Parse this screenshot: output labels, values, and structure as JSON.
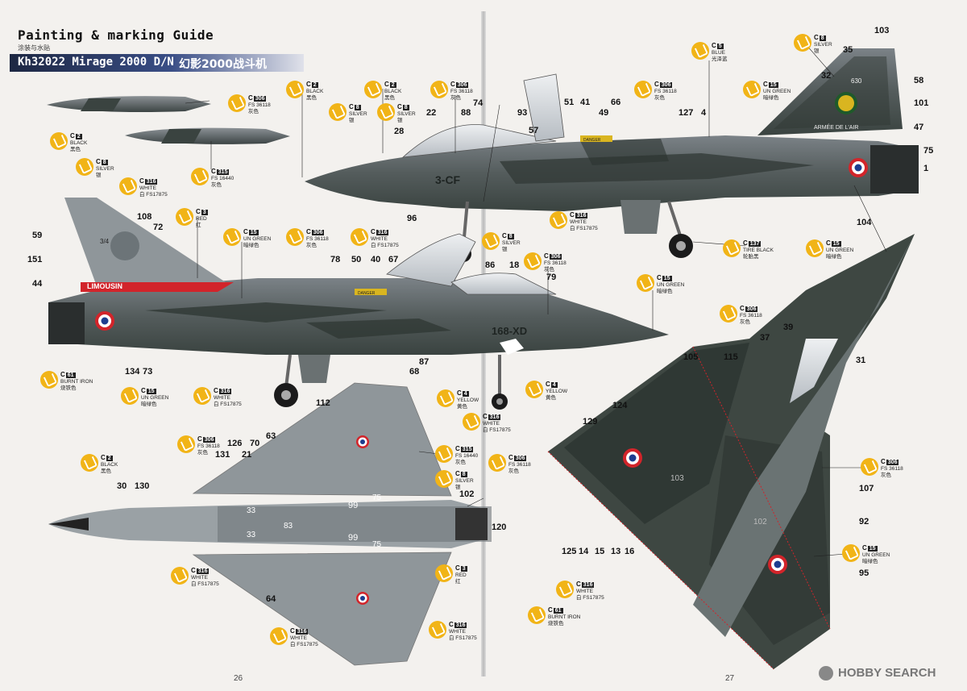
{
  "header": {
    "title": "Painting & marking Guide",
    "subtitle": "涂装与水贴",
    "kit_code": "Kh32022 Mirage 2000 D/N",
    "kit_name_cn": "幻影2000战斗机"
  },
  "page_numbers": [
    "26",
    "27"
  ],
  "watermark": "HOBBY SEARCH",
  "aircraft_markings": {
    "side_code_right": "3-CF",
    "side_code_left": "168-XD",
    "tail_text": "LIMOUSIN",
    "tail_number": "3/4",
    "air_force": "ARMÉE DE L'AIR",
    "serial": "630",
    "stencil": "DANGER",
    "wing_num_a": "99",
    "wing_num_b": "75",
    "wing_num_c": "83",
    "wing_num_d": "33",
    "top_num_a": "103",
    "top_num_b": "102"
  },
  "colors": {
    "callout": "#f1b417",
    "camo_green": "#39453a",
    "camo_grey": "#6f767a",
    "red": "#d2242a",
    "blue": "#1d3d8f"
  },
  "callouts": [
    {
      "code": "C",
      "num": "306",
      "lines": [
        "FS 36118",
        "灰色"
      ]
    },
    {
      "code": "C",
      "num": "315",
      "lines": [
        "FS 16440",
        "灰色"
      ]
    },
    {
      "code": "C",
      "num": "2",
      "lines": [
        "BLACK",
        "黑色"
      ]
    },
    {
      "code": "C",
      "num": "8",
      "lines": [
        "SILVER",
        "银"
      ]
    },
    {
      "code": "C",
      "num": "316",
      "lines": [
        "WHITE",
        "白 FS17875"
      ]
    },
    {
      "code": "C",
      "num": "3",
      "lines": [
        "RED",
        "红"
      ]
    },
    {
      "code": "C",
      "num": "15",
      "lines": [
        "UN GREEN",
        "暗绿色"
      ]
    },
    {
      "code": "C",
      "num": "5",
      "lines": [
        "BLUE",
        "光泽蓝"
      ]
    },
    {
      "code": "C",
      "num": "61",
      "lines": [
        "BURNT IRON",
        "烧铁色"
      ]
    },
    {
      "code": "C",
      "num": "4",
      "lines": [
        "YELLOW",
        "黄色"
      ]
    },
    {
      "code": "C",
      "num": "137",
      "lines": [
        "TIRE BLACK",
        "轮胎黑"
      ]
    }
  ],
  "part_numbers": [
    "103",
    "35",
    "58",
    "101",
    "47",
    "75",
    "1",
    "104",
    "32",
    "127",
    "4",
    "66",
    "41",
    "51",
    "49",
    "93",
    "57",
    "74",
    "88",
    "22",
    "28",
    "96",
    "108",
    "72",
    "59",
    "151",
    "44",
    "78",
    "50",
    "40",
    "67",
    "86",
    "18",
    "79",
    "134",
    "73",
    "87",
    "68",
    "112",
    "126",
    "70",
    "63",
    "131",
    "21",
    "30",
    "130",
    "102",
    "120",
    "64",
    "125",
    "14",
    "15",
    "13",
    "16",
    "105",
    "115",
    "124",
    "129",
    "39",
    "37",
    "31",
    "107",
    "92",
    "95"
  ]
}
